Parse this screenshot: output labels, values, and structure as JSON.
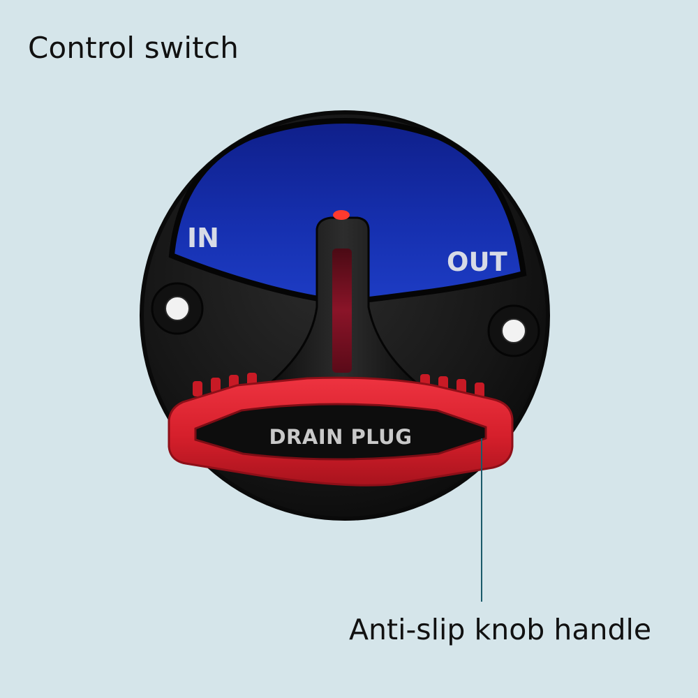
{
  "title": "Control switch",
  "dial": {
    "in_label": "IN",
    "out_label": "OUT"
  },
  "handle": {
    "text": "DRAIN PLUG"
  },
  "callout": {
    "label": "Anti-slip knob handle"
  },
  "colors": {
    "background": "#d5e5ea",
    "dial_blue": "#12269a",
    "body_black": "#161616",
    "handle_red": "#d9202b",
    "indicator_red": "#ff3a2e",
    "callout_line": "#1a5a6a"
  }
}
